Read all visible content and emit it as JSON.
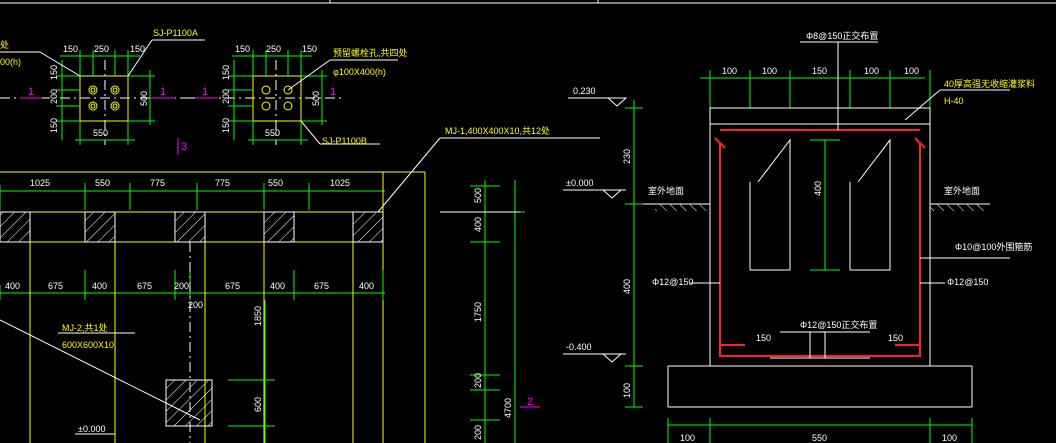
{
  "colors": {
    "background": "#000000",
    "dimension_line": "#00ff00",
    "outline": "#ffffff",
    "annotation": "#ffff00",
    "rebar": "#ff2020",
    "section_mark": "#ff00ff"
  },
  "labels": {
    "sj_a": "SJ-P1100A",
    "sj_b": "SJ-P1100B",
    "bolt_hole": "预留螺栓孔,共四处",
    "bolt_hole_size": "φ100X400(h)",
    "left_cut_label": "处",
    "left_cut_size": "00(h)",
    "mj1": "MJ-1,400X400X10,共12处",
    "mj2": "MJ-2,共1处",
    "mj2_size": "600X600X10",
    "section_1": "1",
    "section_2": "2",
    "section_3": "3",
    "top_rebar": "Φ8@150正交布置",
    "concrete_fill": "40厚高强无收缩灌浆料",
    "fill_h": "H-40",
    "ground_left": "室外地面",
    "ground_right": "室外地面",
    "outer_ring": "Φ10@100外围箍筋",
    "side_rebar_left": "Φ12@150",
    "side_rebar_right": "Φ12@150",
    "bottom_rebar": "Φ12@150正交布置"
  },
  "elevations": {
    "top": "0.230",
    "ground": "±0.000",
    "bottom": "-0.400",
    "plan_ground": "±0.000"
  },
  "dims": {
    "bp_a_top": [
      "150",
      "250",
      "150"
    ],
    "bp_a_left_upper": "150",
    "bp_a_left_mid": "200",
    "bp_a_left_lower": "150",
    "bp_a_right": "500",
    "bp_a_bottom": "550",
    "bp_b_top": [
      "150",
      "250",
      "150"
    ],
    "bp_b_left_upper": "150",
    "bp_b_left_mid": "200",
    "bp_b_left_lower": "150",
    "bp_b_right": "500",
    "bp_b_bottom": "550",
    "plan_row1": [
      "1025",
      "550",
      "775",
      "775",
      "550",
      "1025"
    ],
    "plan_row2": [
      "400",
      "675",
      "400",
      "675",
      "200",
      "675",
      "400",
      "675",
      "400"
    ],
    "plan_mid": "200",
    "plan_v1": "500",
    "plan_v2": "400",
    "plan_v3": "1750",
    "plan_v4": "200",
    "plan_v5": "200",
    "plan_total": "4700",
    "plan_inner_v": "1850",
    "plan_inner_v2": "600",
    "sec_top": [
      "100",
      "100",
      "150",
      "100",
      "100"
    ],
    "sec_left_top": "230",
    "sec_left_mid": "400",
    "sec_left_bot": "100",
    "sec_inner": "400",
    "sec_hook_left": "150",
    "sec_hook_right": "150",
    "sec_bottom": [
      "100",
      "550",
      "100"
    ]
  }
}
